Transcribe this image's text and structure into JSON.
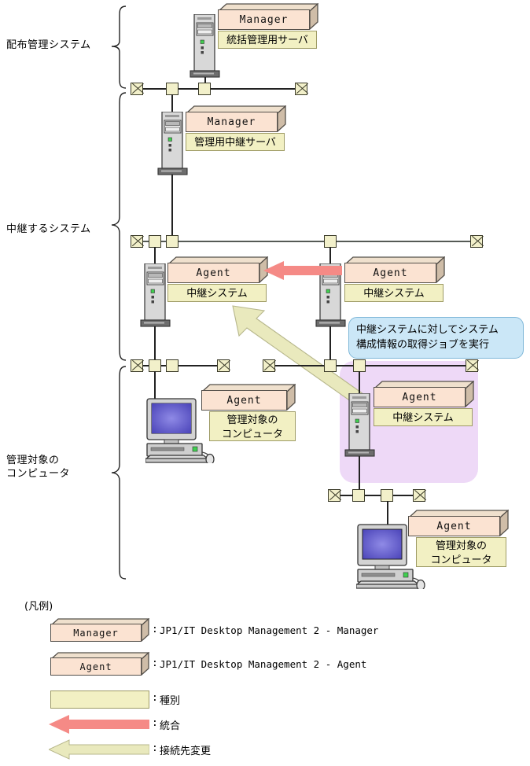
{
  "diagram": {
    "sections": [
      {
        "id": "distribution",
        "label": "配布管理システム"
      },
      {
        "id": "relay",
        "label": "中継するシステム"
      },
      {
        "id": "managed",
        "label": "管理対象の\nコンピュータ"
      }
    ],
    "nodes": [
      {
        "id": "mgr-top",
        "product": "Manager",
        "type": "統括管理用サーバ",
        "device": "server"
      },
      {
        "id": "mgr-relay",
        "product": "Manager",
        "type": "管理用中継サーバ",
        "device": "server"
      },
      {
        "id": "agent-relay-left",
        "product": "Agent",
        "type": "中継システム",
        "device": "server"
      },
      {
        "id": "agent-relay-right",
        "product": "Agent",
        "type": "中継システム",
        "device": "server"
      },
      {
        "id": "agent-pc-left",
        "product": "Agent",
        "type": "管理対象の\nコンピュータ",
        "device": "desktop"
      },
      {
        "id": "agent-relay-moved",
        "product": "Agent",
        "type": "中継システム",
        "device": "server"
      },
      {
        "id": "agent-pc-bottom",
        "product": "Agent",
        "type": "管理対象の\nコンピュータ",
        "device": "desktop"
      }
    ],
    "callout": {
      "text": "中継システムに対してシステム\n構成情報の取得ジョブを実行"
    },
    "arrows": [
      {
        "id": "merge-arrow",
        "meaning": "統合",
        "color": "#f58a86"
      },
      {
        "id": "reconnect-arrow",
        "meaning": "接続先変更",
        "color": "#e9e9bd"
      }
    ]
  },
  "legend": {
    "title": "(凡例)",
    "items": [
      {
        "swatch": "box3d",
        "box_label": "Manager",
        "colon": ":",
        "text": "JP1/IT Desktop Management 2 - Manager"
      },
      {
        "swatch": "box3d",
        "box_label": "Agent",
        "colon": ":",
        "text": "JP1/IT Desktop Management 2 - Agent"
      },
      {
        "swatch": "yellow",
        "box_label": "",
        "colon": ":",
        "text": "種別"
      },
      {
        "swatch": "red-arrow",
        "box_label": "",
        "colon": ":",
        "text": "統合"
      },
      {
        "swatch": "yellow-arrow",
        "box_label": "",
        "colon": ":",
        "text": "接続先変更"
      }
    ]
  },
  "colors": {
    "product_box": "#fbe3d2",
    "type_label": "#f2f0c3",
    "node": "#f2f0ca",
    "highlight": "#eed9f7",
    "callout": "#cbe7f7",
    "merge_arrow": "#f58a86",
    "reconnect_arrow": "#e9e9bd"
  }
}
